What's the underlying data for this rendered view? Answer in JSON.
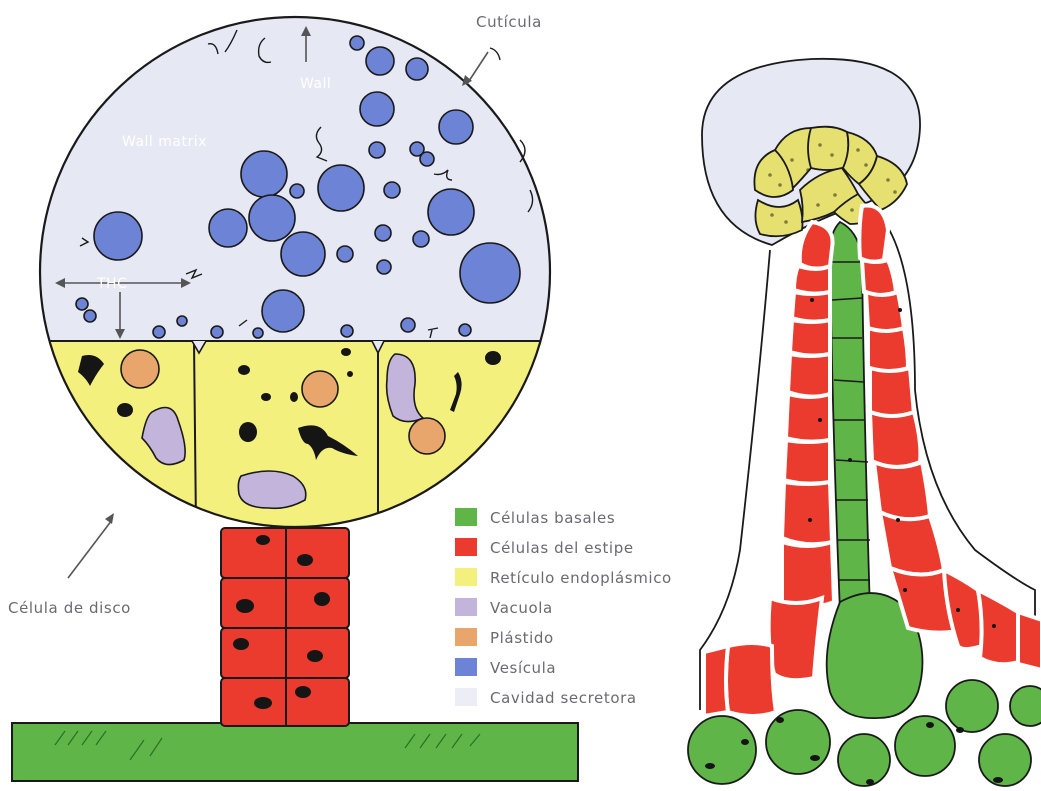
{
  "labels": {
    "cuticula": "Cutícula",
    "wall": "Wall",
    "wall_matrix": "Wall matrix",
    "thc": "THC",
    "celula_disco": "Célula de disco"
  },
  "legend": [
    {
      "label": "Células basales",
      "color": "#5fb548"
    },
    {
      "label": "Células del estipe",
      "color": "#ea3b2e"
    },
    {
      "label": "Retículo endoplásmico",
      "color": "#f4f07e"
    },
    {
      "label": "Vacuola",
      "color": "#c3b4dc"
    },
    {
      "label": "Plástido",
      "color": "#e9a66c"
    },
    {
      "label": "Vesícula",
      "color": "#6d83d6"
    },
    {
      "label": "Cavidad secretora",
      "color": "#ecedf6"
    }
  ],
  "colors": {
    "basal": "#5fb548",
    "stalk": "#ea3b2e",
    "er": "#f4f07e",
    "vacuole": "#c3b4dc",
    "plastid": "#e9a66c",
    "vesicle": "#6d83d6",
    "cavity": "#e6e8f3"
  }
}
